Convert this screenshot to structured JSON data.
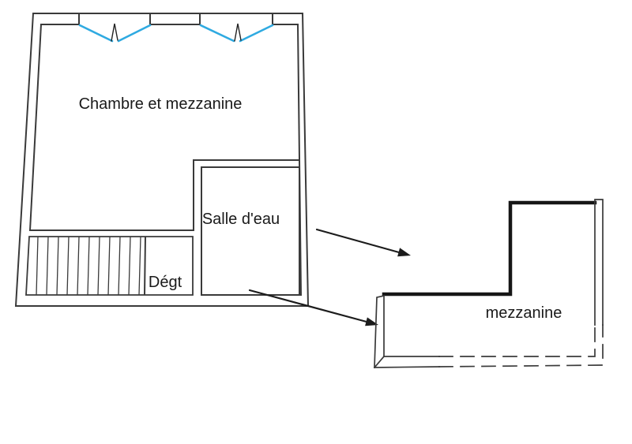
{
  "diagram": {
    "type": "floor-plan",
    "labels": {
      "chambre": "Chambre et mezzanine",
      "salle_eau": "Salle d'eau",
      "degagement": "Dégt",
      "mezzanine": "mezzanine"
    },
    "colors": {
      "wall": "#3a3a3a",
      "thick_edge": "#161616",
      "window_blue": "#2faae1",
      "window_swing": "#222222",
      "arrow": "#1c1c1c",
      "text": "#1a1a1a",
      "background": "#ffffff"
    },
    "annotations": {
      "arrows": [
        {
          "name": "arrow-upper",
          "meaning": "Salle d'eau area points to mezzanine sketch"
        },
        {
          "name": "arrow-lower",
          "meaning": "Salle d'eau area points to mezzanine sketch"
        }
      ],
      "windows": [
        {
          "name": "roof-window-left",
          "symbol": "blue V opening with swing mark"
        },
        {
          "name": "roof-window-right",
          "symbol": "blue V opening with swing mark"
        }
      ],
      "stairs": {
        "location": "Dégt room",
        "treads": 12
      }
    }
  }
}
